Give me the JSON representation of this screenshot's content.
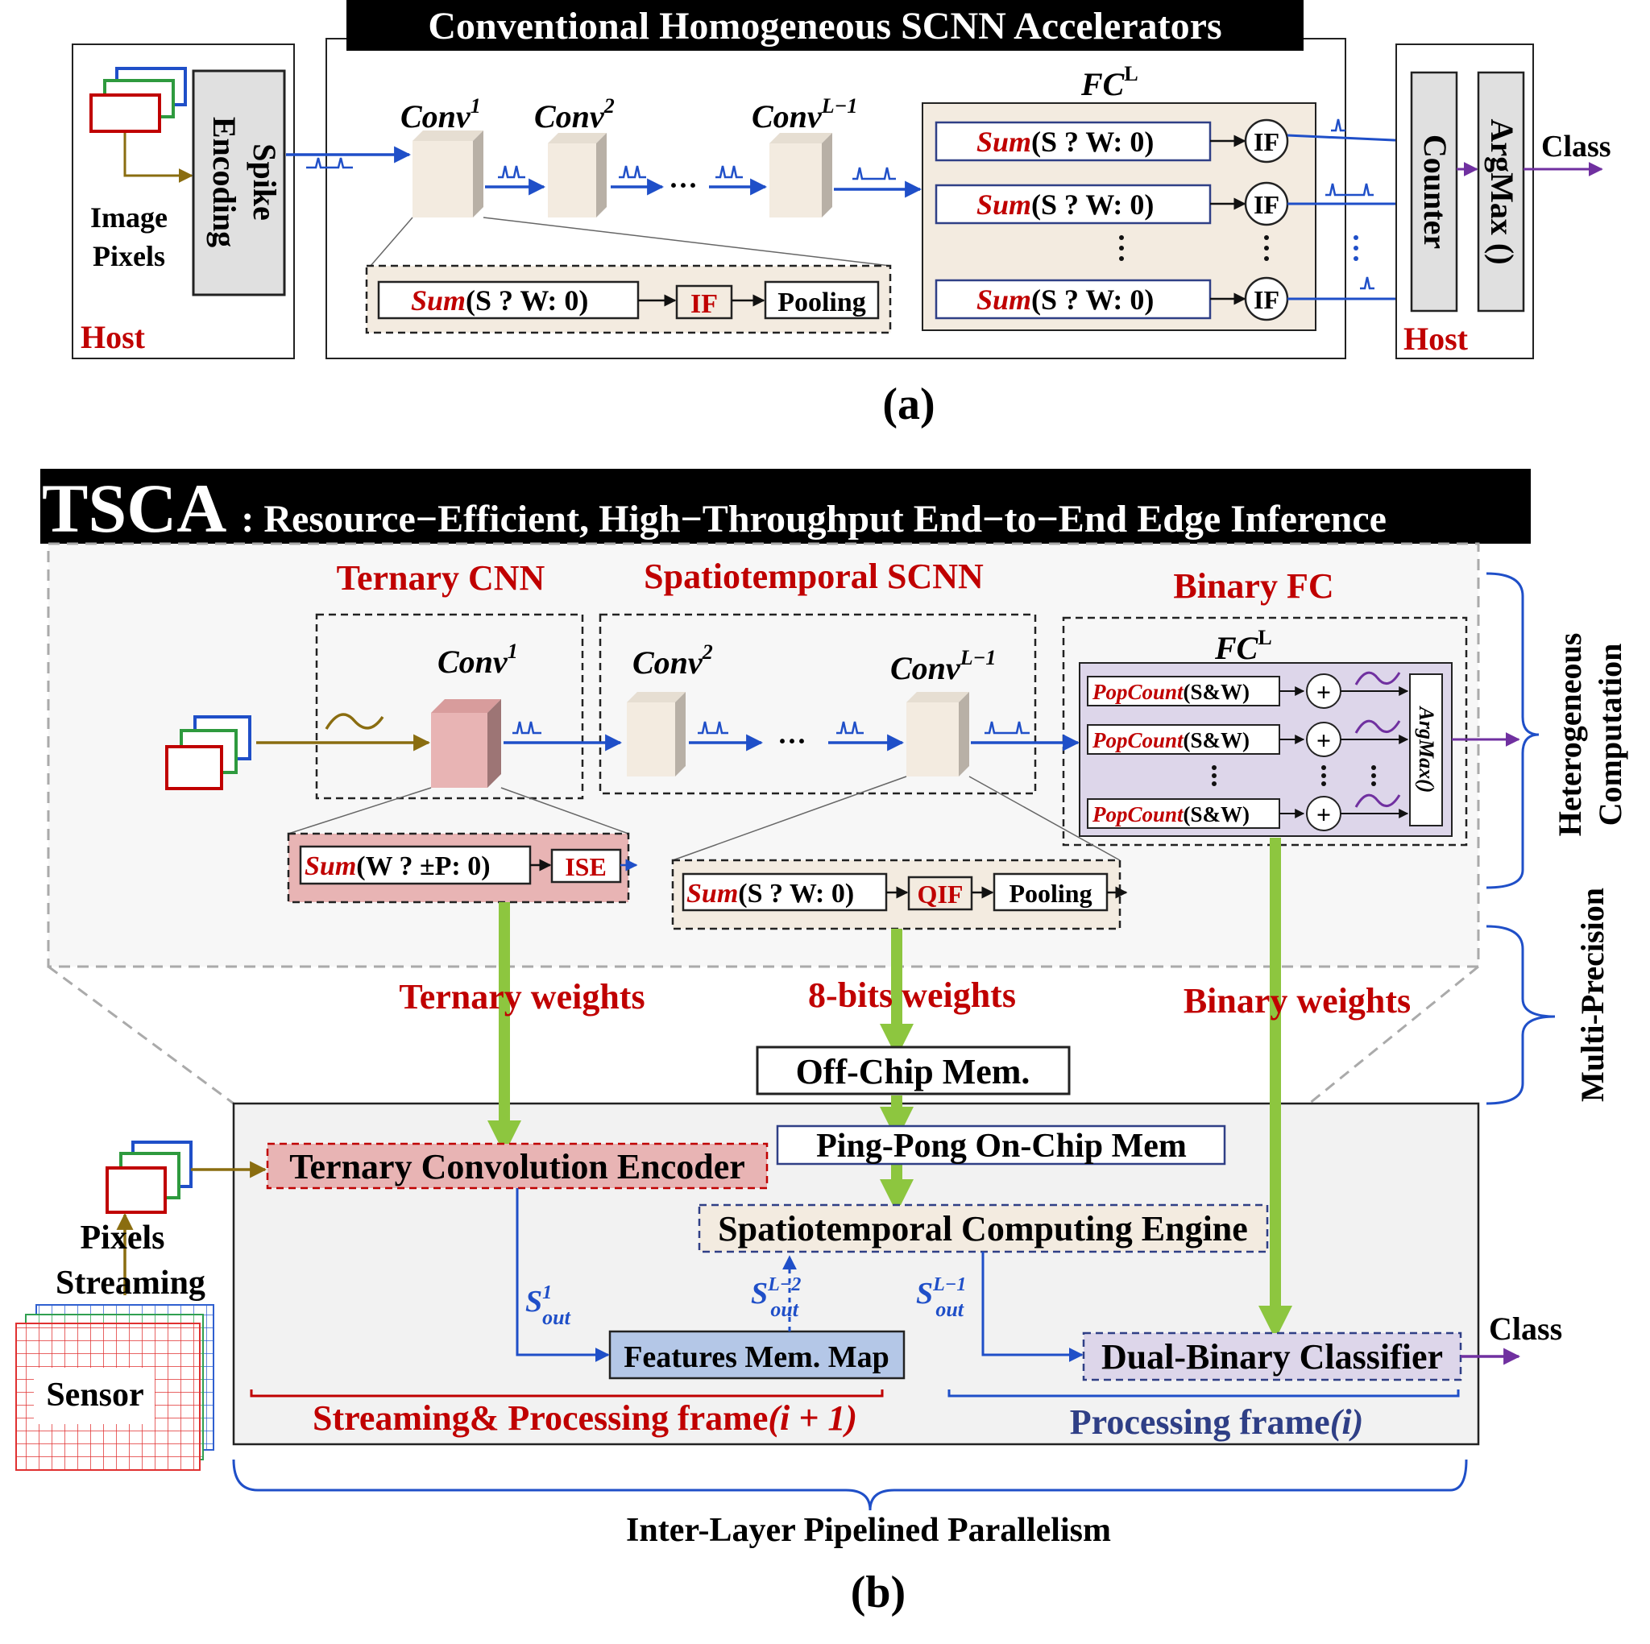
{
  "part_a": {
    "banner": "Conventional Homogeneous SCNN Accelerators",
    "host_left_label": "Host",
    "image_pixels": [
      "Image",
      "Pixels"
    ],
    "spike_encoding": [
      "Spike",
      "Encoding"
    ],
    "conv1": "Conv",
    "conv1_sup": "1",
    "conv2": "Conv",
    "conv2_sup": "2",
    "convL1": "Conv",
    "convL1_sup": "L−1",
    "fc": "FC",
    "fc_sup": "L",
    "dots": "···",
    "sum_fn": "Sum",
    "sum_args": "(S ? W: 0)",
    "if_label": "IF",
    "pooling": "Pooling",
    "counter": "Counter",
    "argmax": "ArgMax ()",
    "class": "Class",
    "host_right_label": "Host",
    "caption": "(a)"
  },
  "part_b": {
    "banner_big": "TSCA",
    "banner_rest": ": Resource−Efficient, High−Throughput End−to−End Edge Inference",
    "ternary_cnn": "Ternary CNN",
    "spatio_scnn": "Spatiotemporal SCNN",
    "binary_fc": "Binary FC",
    "conv1": "Conv",
    "conv1_sup": "1",
    "conv2": "Conv",
    "conv2_sup": "2",
    "convL1": "Conv",
    "convL1_sup": "L−1",
    "fc": "FC",
    "fc_sup": "L",
    "dots": "···",
    "popcount_fn": "PopCount",
    "popcount_args": "(S&W)",
    "plus": "+",
    "argmax_vert": "ArgMax()",
    "ternary_sum_fn": "Sum",
    "ternary_sum_args": "(W ? ±P: 0)",
    "ise": "ISE",
    "spatio_sum_fn": "Sum",
    "spatio_sum_args": "(S ? W: 0)",
    "qif": "QIF",
    "pooling": "Pooling",
    "heterogeneous": [
      "Heterogeneous",
      "Computation"
    ],
    "multi_precision": "Multi-Precision",
    "ternary_weights": "Ternary weights",
    "eight_bit_weights": "8-bits  weights",
    "binary_weights": "Binary weights",
    "offchip": "Off-Chip Mem.",
    "pingpong": "Ping-Pong On-Chip Mem",
    "tce": "Ternary Convolution Encoder",
    "sce": "Spatiotemporal Computing Engine",
    "features_map": "Features Mem. Map",
    "dbc": "Dual-Binary Classifier",
    "class": "Class",
    "pixels_streaming": [
      "Pixels",
      "Streaming"
    ],
    "sensor": "Sensor",
    "s_out": "S",
    "s_out_sub": "out",
    "s1_sup": "1",
    "sL2_sup": "L−2",
    "sL1_sup": "L−1",
    "streaming_processing": "Streaming& Processing frame",
    "streaming_processing_math": "(i + 1)",
    "processing_frame": "Processing frame",
    "processing_frame_math": "(i)",
    "inter_layer": "Inter-Layer Pipelined Parallelism",
    "caption": "(b)"
  },
  "colors": {
    "blue_arrow": "#1f4fc8",
    "purple_arrow": "#7030a0",
    "olive_arrow": "#8a6d10",
    "green_arrow": "#8dc63f",
    "dark_red": "#c00000",
    "navy": "#2f3f86",
    "tan_fill": "#f3ebe0",
    "pink_fill": "#e8b4b4",
    "lavender_fill": "#ddd6ea",
    "gray_panel": "#f2f2f2",
    "features_blue": "#b4c7e7"
  }
}
